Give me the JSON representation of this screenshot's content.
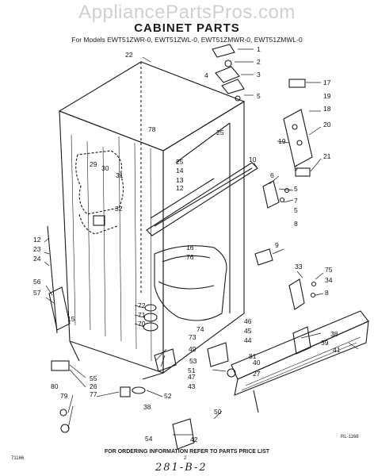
{
  "watermark": "AppliancePartsPros.com",
  "title": "CABINET PARTS",
  "models_line": "For Models EWT51ZWR-0, EWT51ZWL-0, EWT51ZMWR-0, EWT51ZMWL-0",
  "footer_note": "FOR ORDERING INFORMATION REFER TO PARTS PRICE LIST",
  "figure_code": "RL-1166",
  "left_code": "71166",
  "page_number": "2",
  "handwritten": "281-B-2",
  "callouts": [
    "1",
    "2",
    "3",
    "4",
    "5",
    "22",
    "17",
    "19",
    "18",
    "20",
    "21",
    "19",
    "78",
    "25",
    "5",
    "29",
    "30",
    "31",
    "10",
    "6",
    "25",
    "14",
    "13",
    "12",
    "5",
    "7",
    "5",
    "8",
    "32",
    "12",
    "23",
    "24",
    "16",
    "76",
    "9",
    "33",
    "75",
    "34",
    "8",
    "56",
    "57",
    "72",
    "71",
    "70",
    "15",
    "46",
    "45",
    "44",
    "73",
    "49",
    "74",
    "39",
    "81",
    "38",
    "41",
    "53",
    "51",
    "47",
    "43",
    "55",
    "26",
    "77",
    "80",
    "79",
    "52",
    "40",
    "27",
    "38",
    "50",
    "42",
    "54"
  ]
}
